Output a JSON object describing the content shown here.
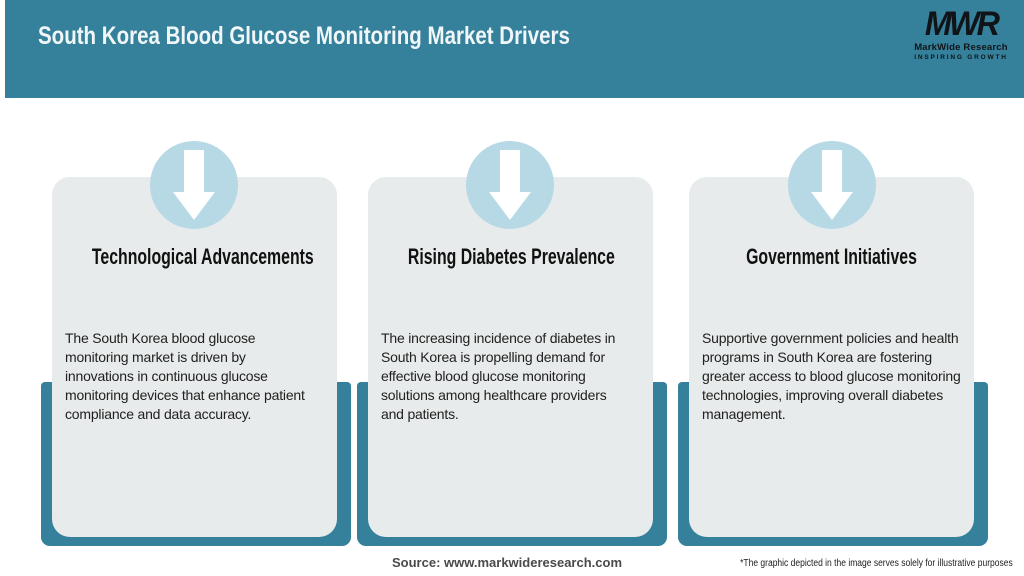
{
  "header": {
    "title": "South Korea Blood Glucose Monitoring Market Drivers",
    "logo": {
      "monogram": "MWR",
      "name": "MarkWide Research",
      "tagline": "INSPIRING GROWTH"
    }
  },
  "cards": [
    {
      "title": "Technological Advancements",
      "body": "The South Korea blood glucose\nmonitoring market is driven by\ninnovations in continuous glucose\nmonitoring devices that enhance patient\ncompliance and data accuracy."
    },
    {
      "title": "Rising Diabetes Prevalence",
      "body": "The increasing incidence of diabetes in\nSouth Korea is propelling demand for\neffective blood glucose monitoring\nsolutions among healthcare providers\nand patients."
    },
    {
      "title": "Government Initiatives",
      "body": "Supportive government policies and health\nprograms in South Korea are fostering\ngreater access to blood glucose monitoring\ntechnologies, improving overall diabetes\nmanagement."
    }
  ],
  "footer": {
    "source": "Source: www.markwideresearch.com",
    "disclaimer": "*The graphic depicted in the image serves solely for illustrative purposes"
  },
  "colors": {
    "header_teal": "#35809a",
    "frame_teal": "#35809a",
    "badge_blue": "#b6d9e5",
    "card_gray": "#e8ebeb",
    "title_text": "#f1f7f9",
    "body_text": "#212121"
  },
  "icons": {
    "badge_icon": "down-arrow-icon"
  }
}
